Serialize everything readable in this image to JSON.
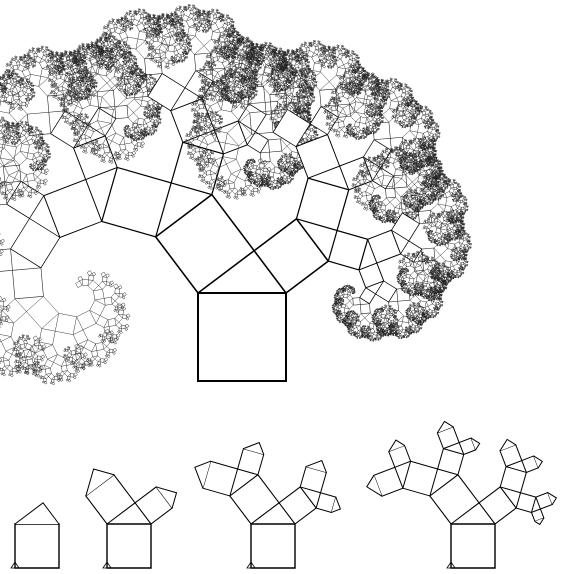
{
  "figure": {
    "subject": "pythagoras-tree-fractal",
    "line_color": "#000000",
    "background": "#ffffff"
  },
  "main_tree": {
    "depth": 13,
    "angle_deg": 37
  },
  "iteration_steps": [
    {
      "depth": 0
    },
    {
      "depth": 1
    },
    {
      "depth": 2
    },
    {
      "depth": 3
    }
  ]
}
